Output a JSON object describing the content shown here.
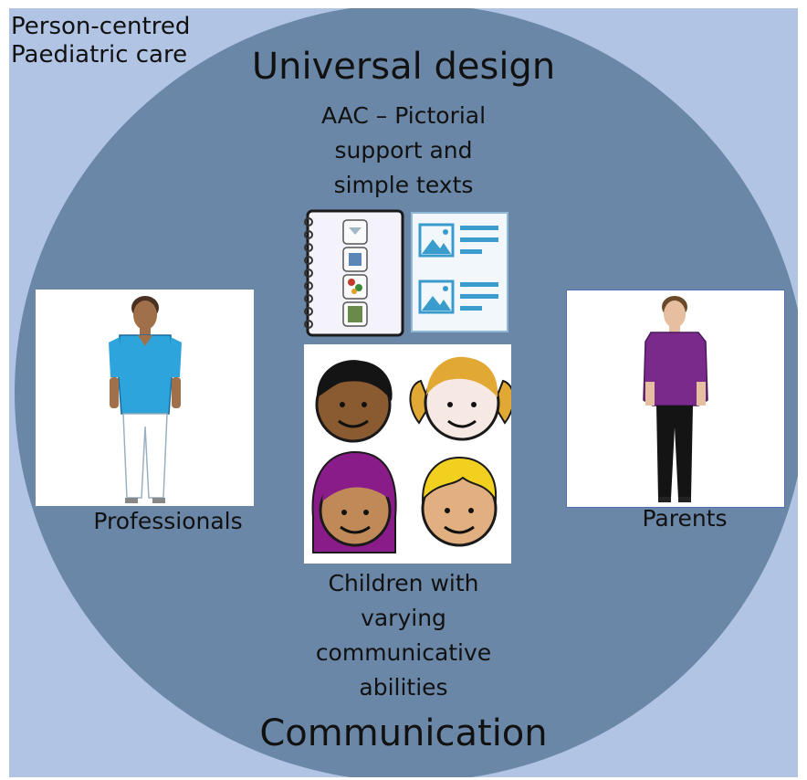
{
  "corner_label": [
    "Person-centred",
    "Paediatric care"
  ],
  "top_title": "Universal design",
  "aac_text": [
    "AAC – Pictorial",
    "support and",
    "simple texts"
  ],
  "children_text": [
    "Children with",
    "varying",
    "communicative",
    "abilities"
  ],
  "professionals_label": "Professionals",
  "parents_label": "Parents",
  "bottom_title": "Communication",
  "colors": {
    "outer_background": "#b1c4e4",
    "circle_fill": "#6b87a7",
    "professional_scrubs": "#2da5dc",
    "parent_shirt": "#7a2a8a",
    "document_icon": "#3a9ccc"
  }
}
